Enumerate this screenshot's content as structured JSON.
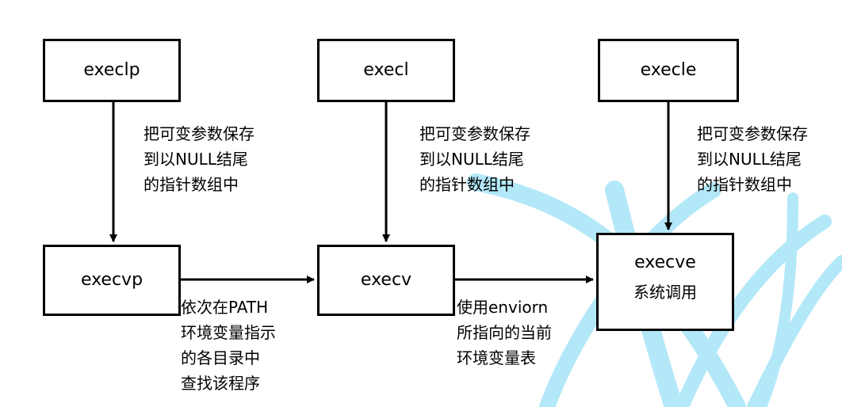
{
  "boxes": {
    "execlp": "execlp",
    "execl": "execl",
    "execle": "execle",
    "execvp": "execvp",
    "execv": "execv",
    "execve": "execve",
    "execve_sub": "系统调用"
  },
  "notes": {
    "execlp_down": [
      "把可变参数保存",
      "到以NULL结尾",
      "的指针数组中"
    ],
    "execl_down": [
      "把可变参数保存",
      "到以NULL结尾",
      "的指针数组中"
    ],
    "execle_down": [
      "把可变参数保存",
      "到以NULL结尾",
      "的指针数组中"
    ],
    "execvp_to_execv": [
      "依次在PATH",
      "环境变量指示",
      "的各目录中",
      "查找该程序"
    ],
    "execv_to_execve": [
      "使用enviorn",
      "所指向的当前",
      "环境变量表"
    ]
  },
  "colors": {
    "watermark": "#b3e8f8",
    "stroke": "#000000"
  }
}
